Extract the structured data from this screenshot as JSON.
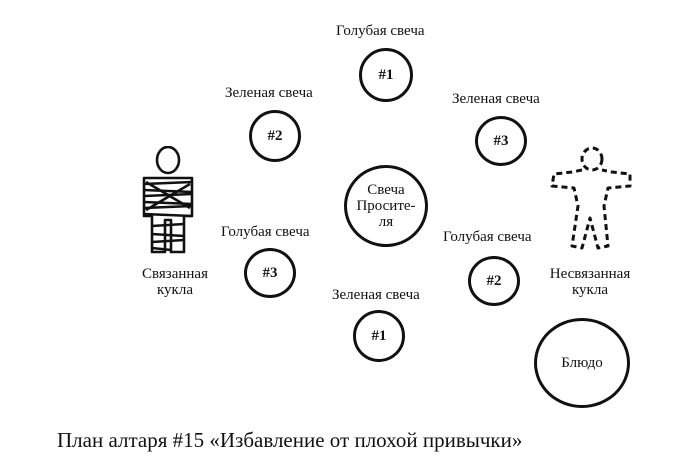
{
  "candles": {
    "blue1": {
      "label": "Голубая свеча",
      "num": "#1"
    },
    "green2": {
      "label": "Зеленая свеча",
      "num": "#2"
    },
    "green3": {
      "label": "Зеленая свеча",
      "num": "#3"
    },
    "blue3": {
      "label": "Голубая свеча",
      "num": "#3"
    },
    "blue2": {
      "label": "Голубая свеча",
      "num": "#2"
    },
    "green1": {
      "label": "Зеленая свеча",
      "num": "#1"
    }
  },
  "center": {
    "line1": "Свеча",
    "line2": "Просите-",
    "line3": "ля"
  },
  "bound_doll": {
    "line1": "Связанная",
    "line2": "кукла"
  },
  "free_doll": {
    "line1": "Несвязанная",
    "line2": "кукла"
  },
  "dish": {
    "label": "Блюдо"
  },
  "caption": "План алтаря #15 «Избавление от плохой привычки»"
}
